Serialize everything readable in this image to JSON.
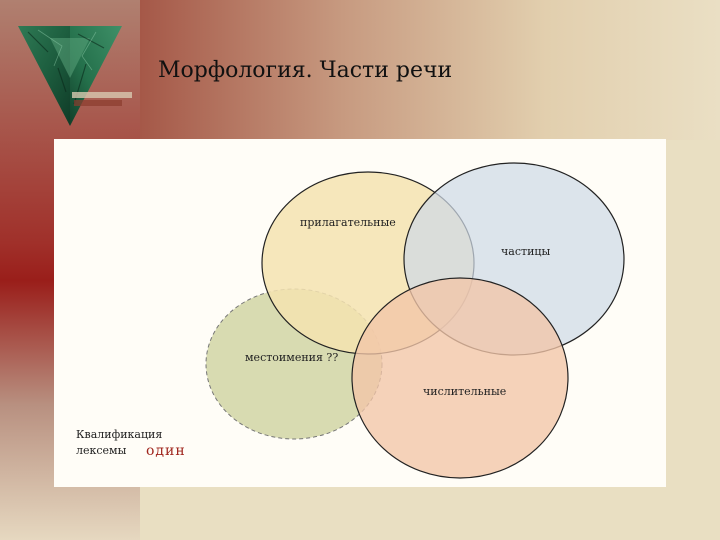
{
  "slide": {
    "title": "Морфология. Части речи"
  },
  "diagram": {
    "circles": [
      {
        "label": "прилагательные",
        "fill": "#f5e3b0"
      },
      {
        "label": "частицы",
        "fill": "#cfd9e6"
      },
      {
        "label": "местоимения ??",
        "fill": "#d4d7a8"
      },
      {
        "label": "числительные",
        "fill": "#f2c5a8"
      }
    ],
    "qualification_label": "Квалификация лексемы",
    "qualification_line1": "Квалификация",
    "qualification_line2": "лексемы",
    "word": "один"
  },
  "colors": {
    "accent_red": "#9a1e1a",
    "word_color": "#a0261e"
  },
  "icons": {
    "logo": "green-marble-triangle-logo"
  }
}
